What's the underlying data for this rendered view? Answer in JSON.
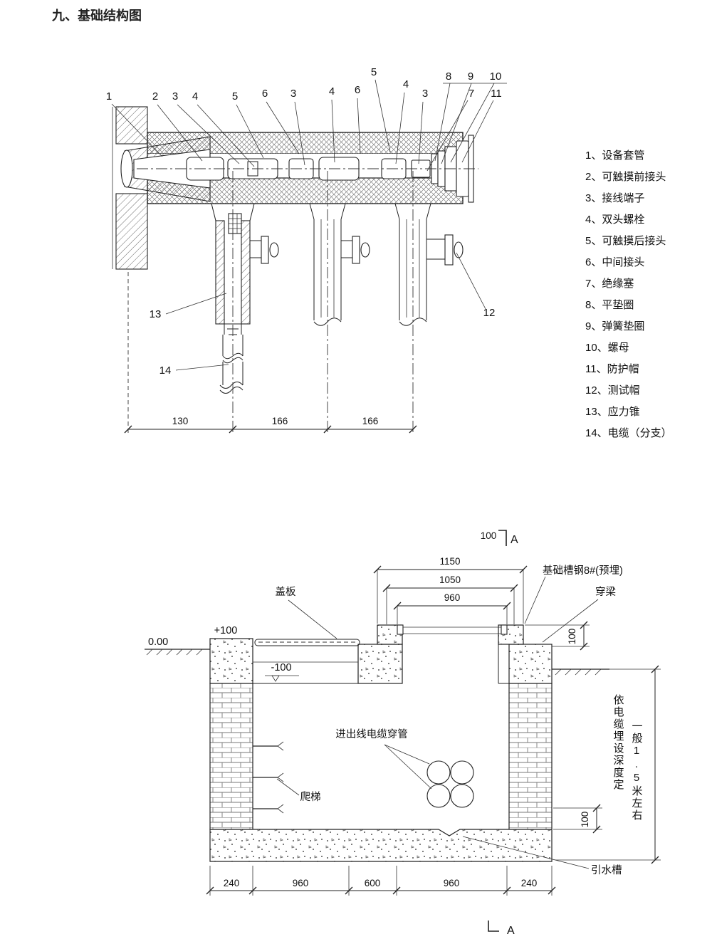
{
  "page": {
    "title": "九、基础结构图"
  },
  "legend": {
    "items": [
      "1、设备套管",
      "2、可触摸前接头",
      "3、接线端子",
      "4、双头螺栓",
      "5、可触摸后接头",
      "6、中间接头",
      "7、绝缘塞",
      "8、平垫圈",
      "9、弹簧垫圈",
      "10、螺母",
      "11、防护帽",
      "12、测试帽",
      "13、应力锥",
      "14、电缆（分支）"
    ]
  },
  "top_drawing": {
    "callouts": {
      "n1": "1",
      "n2": "2",
      "n3": "3",
      "n4": "4",
      "n5": "5",
      "n6": "6",
      "n7": "7",
      "n8": "8",
      "n9": "9",
      "n10": "10",
      "n11": "11",
      "n12": "12",
      "n13": "13",
      "n14": "14"
    },
    "dims": {
      "d130": "130",
      "d166": "166"
    }
  },
  "bottom_drawing": {
    "labels": {
      "cover": "盖板",
      "channel": "基础槽钢8#(预埋)",
      "beam": "穿梁",
      "conduit": "进出线电缆穿管",
      "ladder": "爬梯",
      "drain": "引水槽",
      "note1": "依电缆埋设深度定",
      "note2": "一般1.5米左右"
    },
    "levels": {
      "zero": "0.00",
      "plus": "+100",
      "minus": "-100"
    },
    "dims": {
      "w1150": "1150",
      "w1050": "1050",
      "w960": "960",
      "h100": "100",
      "b240": "240",
      "b960": "960",
      "b600": "600"
    },
    "section": {
      "a": "A"
    }
  }
}
